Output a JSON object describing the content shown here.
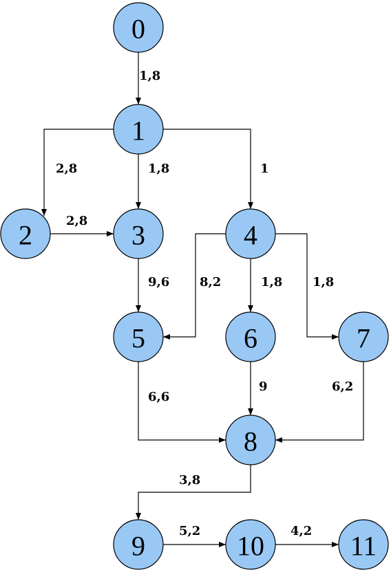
{
  "nodes": [
    {
      "id": "0",
      "label": "0"
    },
    {
      "id": "1",
      "label": "1"
    },
    {
      "id": "2",
      "label": "2"
    },
    {
      "id": "3",
      "label": "3"
    },
    {
      "id": "4",
      "label": "4"
    },
    {
      "id": "5",
      "label": "5"
    },
    {
      "id": "6",
      "label": "6"
    },
    {
      "id": "7",
      "label": "7"
    },
    {
      "id": "8",
      "label": "8"
    },
    {
      "id": "9",
      "label": "9"
    },
    {
      "id": "10",
      "label": "10"
    },
    {
      "id": "11",
      "label": "11"
    }
  ],
  "edges": [
    {
      "from": "0",
      "to": "1",
      "label": "1,8"
    },
    {
      "from": "1",
      "to": "2",
      "label": "2,8"
    },
    {
      "from": "1",
      "to": "3",
      "label": "1,8"
    },
    {
      "from": "1",
      "to": "4",
      "label": "1"
    },
    {
      "from": "2",
      "to": "3",
      "label": "2,8"
    },
    {
      "from": "3",
      "to": "5",
      "label": "9,6"
    },
    {
      "from": "4",
      "to": "5",
      "label": "8,2"
    },
    {
      "from": "4",
      "to": "6",
      "label": "1,8"
    },
    {
      "from": "4",
      "to": "7",
      "label": "1,8"
    },
    {
      "from": "5",
      "to": "8",
      "label": "6,6"
    },
    {
      "from": "6",
      "to": "8",
      "label": "9"
    },
    {
      "from": "7",
      "to": "8",
      "label": "6,2"
    },
    {
      "from": "8",
      "to": "9",
      "label": "3,8"
    },
    {
      "from": "9",
      "to": "10",
      "label": "5,2"
    },
    {
      "from": "10",
      "to": "11",
      "label": "4,2"
    }
  ],
  "colors": {
    "node_fill": "#99c8f5",
    "stroke": "#000000"
  }
}
